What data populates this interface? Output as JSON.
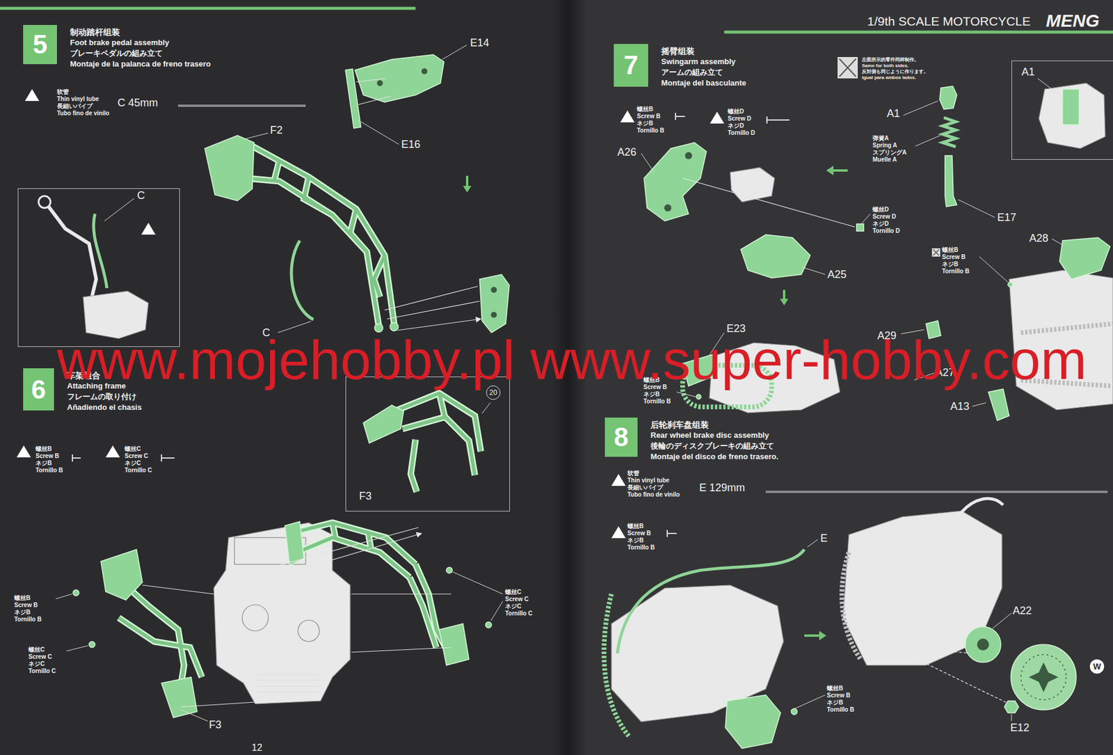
{
  "diagram": {
    "nodes": [
      {
        "text": [
          "5",
          "制动踏杆组装",
          "Foot brake pedal assembly",
          "ブレーキペダルの組み立て",
          "Montaje de la palanca de freno trasero"
        ]
      },
      {
        "text": [
          "C"
        ]
      },
      {
        "text": [
          "6",
          "车架组合",
          "Attaching frame",
          "フレームの取り付け",
          "Añadiendo el chasis"
        ]
      },
      {
        "text": [
          "20",
          "F3"
        ]
      },
      {
        "text": [
          "7",
          "摇臂组装",
          "Swingarm assembly",
          "アームの組み立て",
          "Montaje del basculante"
        ]
      },
      {
        "text": [
          "A1"
        ]
      },
      {
        "text": [
          "8",
          "后轮刹车盘组装",
          "Rear wheel brake disc assembly",
          "後輪のディスクブレーキの組み立て",
          "Montaje del disco de freno trasero."
        ]
      }
    ],
    "labels": [
      "软管",
      "Thin vinyl tube",
      "長細いパイプ",
      "Tubo fino de vinilo",
      "C 45mm",
      "E14",
      "F2",
      "E16",
      "C",
      "螺丝B",
      "Screw B",
      "ネジB",
      "Tornillo B",
      "螺丝C",
      "Screw C",
      "ネジC",
      "Tornillo C",
      "螺丝B",
      "Screw B",
      "ネジB",
      "Tornillo B",
      "螺丝C",
      "Screw C",
      "ネジC",
      "Tornillo C",
      "螺丝C",
      "Screw C",
      "ネジC",
      "Tornillo C",
      "F3",
      "12",
      "1/9th SCALE MOTORCYCLE",
      "MENG",
      "螺丝B",
      "Screw B",
      "ネジB",
      "Tornillo B",
      "螺丝D",
      "Screw D",
      "ネジD",
      "Tornillo D",
      "左图所示的零件同样制作。",
      "Same for both sides.",
      "反対側も同じように作ります。",
      "Igual para ambos lados.",
      "A1",
      "弹簧A",
      "Spring A",
      "スプリングA",
      "Muelle A",
      "E17",
      "A26",
      "螺丝D",
      "Screw D",
      "ネジD",
      "Tornillo D",
      "A25",
      "A28",
      "螺丝B",
      "Screw B",
      "ネジB",
      "Tornillo B",
      "E23",
      "A29",
      "A27",
      "A13",
      "螺丝B",
      "Screw B",
      "ネジB",
      "Tornillo B",
      "软管",
      "Thin vinyl tube",
      "長細いパイプ",
      "Tubo fino de vinilo",
      "E 129mm",
      "螺丝B",
      "Screw B",
      "ネジB",
      "Tornillo B",
      "E",
      "A22",
      "W",
      "E12",
      "螺丝B",
      "Screw B",
      "ネジB",
      "Tornillo B",
      "www.mojehobby.pl www.super-hobby.com"
    ]
  }
}
